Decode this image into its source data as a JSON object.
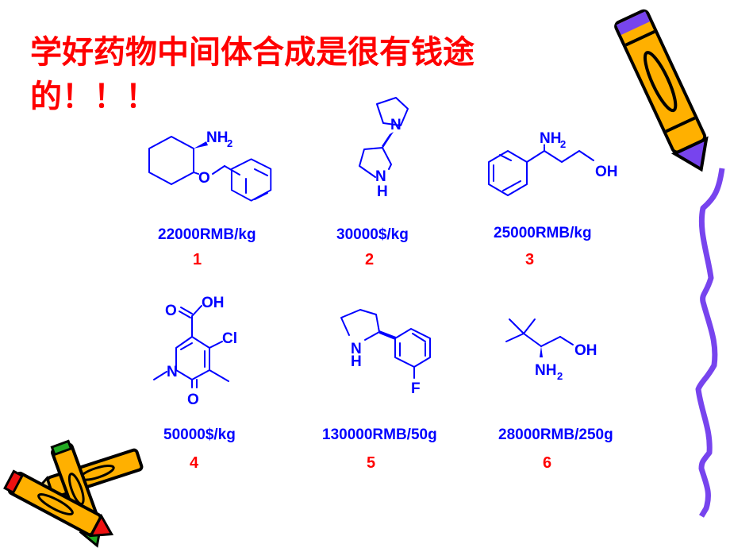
{
  "title": {
    "line1": "学好药物中间体合成是很有钱途",
    "line2": "的！！！"
  },
  "compounds": [
    {
      "number": "1",
      "price": "22000RMB/kg",
      "labels": {
        "amine": "NH",
        "amine_sub": "2",
        "oxygen": "O"
      }
    },
    {
      "number": "2",
      "price": "30000$/kg",
      "labels": {
        "n_top": "N",
        "n_ring": "N",
        "h": "H"
      }
    },
    {
      "number": "3",
      "price": "25000RMB/kg",
      "labels": {
        "amine": "NH",
        "amine_sub": "2",
        "hydroxyl": "OH"
      }
    },
    {
      "number": "4",
      "price": "50000$/kg",
      "labels": {
        "carbonyl_o": "O",
        "acid_oh": "OH",
        "chloro": "Cl",
        "n": "N",
        "keto_o": "O"
      }
    },
    {
      "number": "5",
      "price": "130000RMB/50g",
      "labels": {
        "n": "N",
        "h": "H",
        "fluoro": "F"
      }
    },
    {
      "number": "6",
      "price": "28000RMB/250g",
      "labels": {
        "hydroxyl": "OH",
        "amine": "NH",
        "amine_sub": "2"
      }
    }
  ],
  "colors": {
    "title": "#ff0000",
    "structure": "#0000ff",
    "price": "#0000ff",
    "number": "#ff0000",
    "crayon_body": "#ffb000",
    "crayon_accent": "#7744ee",
    "squiggle": "#7744ee"
  },
  "decorations": [
    "crayon-top-right",
    "crayons-bottom-left",
    "purple-squiggle-right"
  ]
}
